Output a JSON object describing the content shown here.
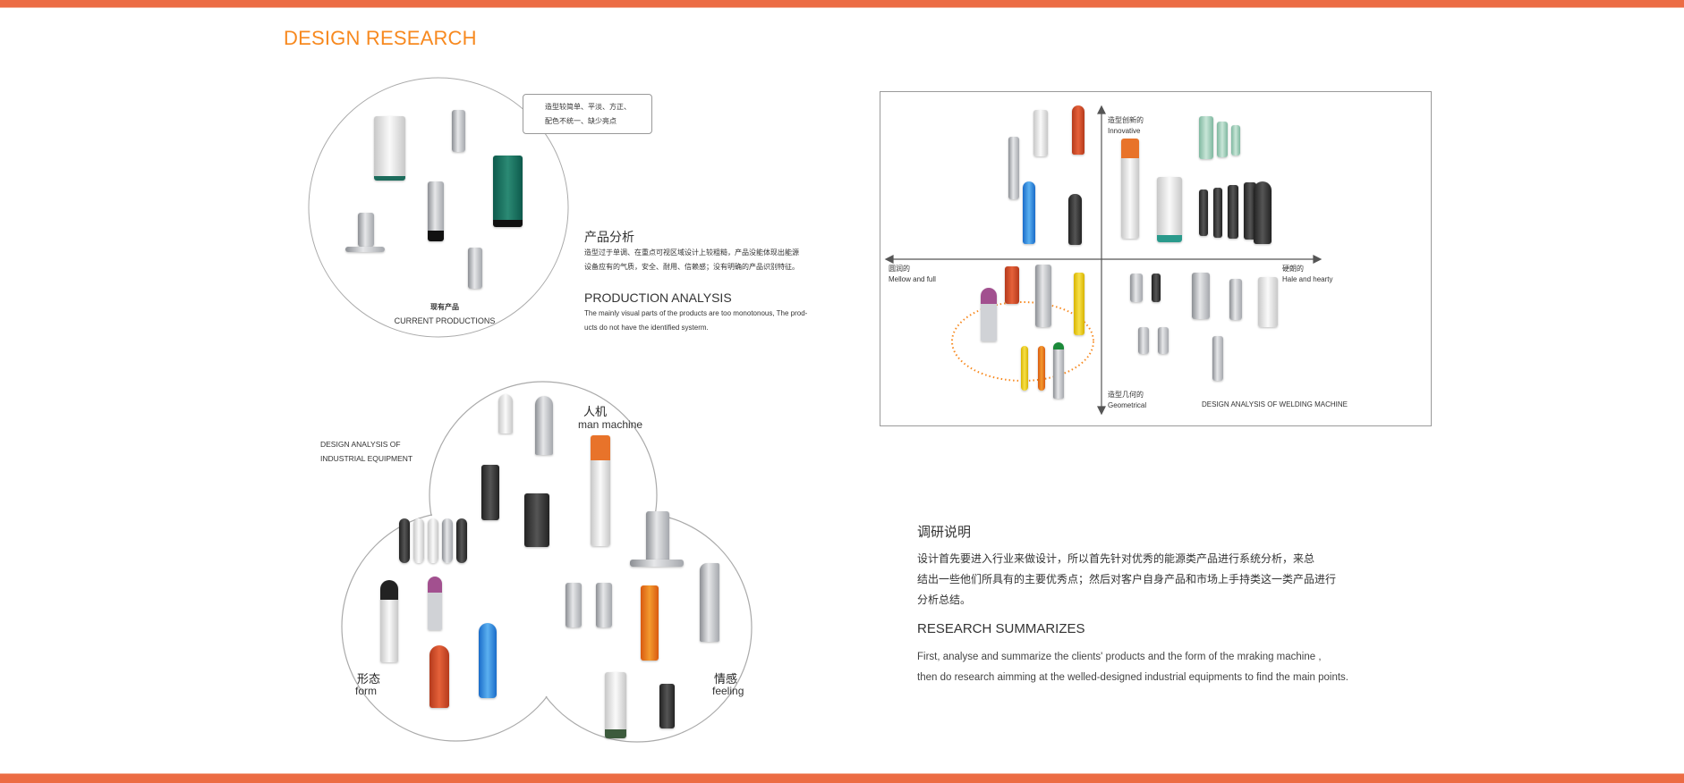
{
  "header": {
    "title": "DESIGN RESEARCH"
  },
  "current_products": {
    "callout": [
      "造型较简单、平淡、方正、",
      "配色不统一、缺少亮点"
    ],
    "label_cn": "现有产品",
    "label_en": "CURRENT PRODUCTIONS"
  },
  "product_analysis": {
    "heading_cn": "产品分析",
    "body_cn": [
      "造型过于单调、在重点可视区域设计上较粗糙，产品没能体现出能源",
      "设备应有的气质，安全、耐用、信赖感；没有明确的产品识别特征。"
    ],
    "heading_en": "PRODUCTION ANALYSIS",
    "body_en": [
      "The mainly visual parts of  the products are too monotonous,  The prod-",
      "ucts do not have the identified systerm."
    ]
  },
  "welding_matrix": {
    "top_cn": "造型创新的",
    "top_en": "Innovative",
    "left_cn": "圆润的",
    "left_en": "Mellow and full",
    "right_cn": "硬朗的",
    "right_en": "Hale and hearty",
    "bottom_cn": "造型几何的",
    "bottom_en": "Geometrical",
    "caption": "DESIGN ANALYSIS OF WELDING MACHINE",
    "highlight_color": "#f7891f"
  },
  "industrial": {
    "caption": [
      "DESIGN ANALYSIS OF",
      "INDUSTRIAL EQUIPMENT"
    ],
    "man_machine_cn": "人机",
    "man_machine_en": "man machine",
    "form_cn": "形态",
    "form_en": "form",
    "feeling_cn": "情感",
    "feeling_en": "feeling"
  },
  "summary": {
    "heading_cn": "调研说明",
    "body_cn": [
      "设计首先要进入行业来做设计，所以首先针对优秀的能源类产品进行系统分析，来总",
      "结出一些他们所具有的主要优秀点；然后对客户自身产品和市场上手持类这一类产品进行",
      "分析总结。"
    ],
    "heading_en": "RESEARCH SUMMARIZES",
    "body_en": [
      "First, analyse and summarize the clients' products and the form of the mraking machine ,",
      "then do research aimming at the welled-designed industrial equipments to find the main points."
    ]
  },
  "colors": {
    "accent": "#ec6c44",
    "title": "#f7891f"
  }
}
